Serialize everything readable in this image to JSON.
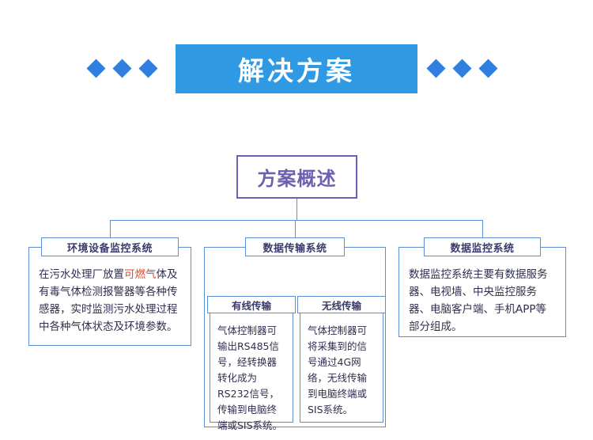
{
  "header": {
    "title": "解决方案",
    "left_diamonds": 3,
    "right_diamonds": 3,
    "banner_color": "#2f9ae3",
    "diamond_color": "#2f7fe0"
  },
  "diagram": {
    "root": {
      "label": "方案概述",
      "color": "#6f5fb0"
    },
    "branches": [
      {
        "id": "environment-monitoring",
        "title": "环境设备监控系统",
        "body_parts": [
          {
            "text": "在污水处理厂放置",
            "highlight": false
          },
          {
            "text": "可燃气",
            "highlight": true
          },
          {
            "text": "体及有毒气体检测报警器等各种传感器，实时监测污水处理过程中各种气体状态及环境参数。",
            "highlight": false
          }
        ],
        "body_plain": "在污水处理厂放置可燃气体及有毒气体检测报警器等各种传感器，实时监测污水处理过程中各种气体状态及环境参数。"
      },
      {
        "id": "data-transmission",
        "title": "数据传输系统",
        "children": [
          {
            "id": "wired-transmission",
            "title": "有线传输",
            "body": "气体控制器可输出RS485信号，经转换器转化成为RS232信号，传输到电脑终端或SIS系统。"
          },
          {
            "id": "wireless-transmission",
            "title": "无线传输",
            "body": "气体控制器可将采集到的信号通过4G网络，无线传输到电脑终端或SIS系统。"
          }
        ]
      },
      {
        "id": "data-supervision",
        "title": "数据监控系统",
        "body_plain": "数据监控系统主要有数据服务器、电视墙、中央监控服务器、电脑客户端、手机APP等部分组成。"
      }
    ],
    "line_color": "#5a8fd6",
    "box_border_color": "#5a8fd6",
    "title_text_color": "#3b3b6b",
    "body_text_color": "#2f2f4f",
    "highlight_color": "#e0452a"
  }
}
